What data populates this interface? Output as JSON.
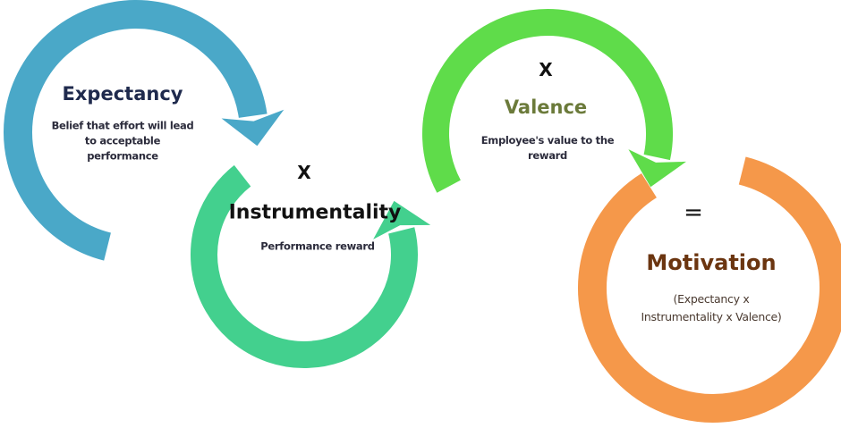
{
  "colors": {
    "expectancy": "#4aa8c8",
    "instrumentality": "#43d08e",
    "valence": "#5fdc4a",
    "motivation": "#f5984a"
  },
  "expectancy": {
    "title": "Expectancy",
    "lines": [
      "Belief that effort will lead",
      "to acceptable",
      "performance"
    ]
  },
  "op1": "X",
  "instrumentality": {
    "title": "Instrumentality",
    "desc": "Performance reward"
  },
  "op2": "X",
  "valence": {
    "title": "Valence",
    "lines": [
      "Employee's value to the",
      "reward"
    ]
  },
  "op3": "=",
  "motivation": {
    "title": "Motivation",
    "lines": [
      "(Expectancy x",
      "Instrumentality x Valence)"
    ]
  }
}
